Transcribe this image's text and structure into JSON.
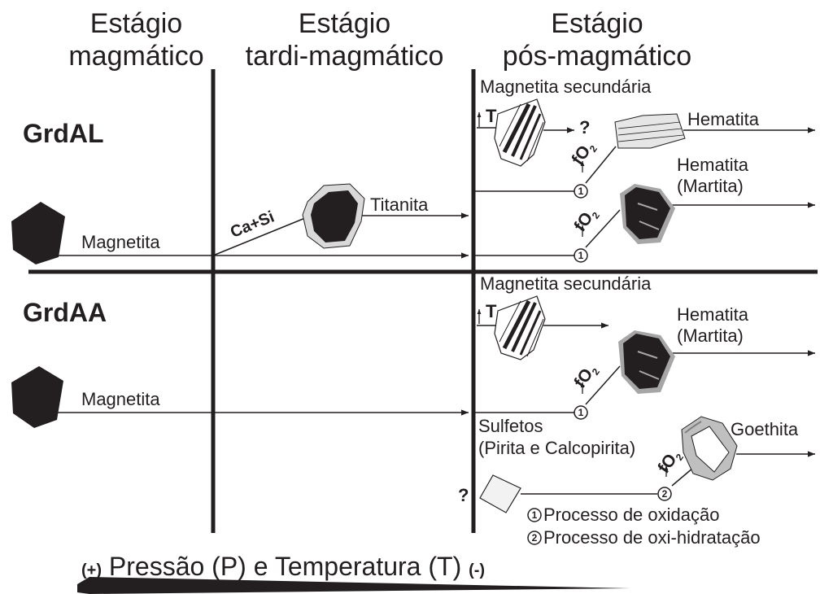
{
  "stages": [
    {
      "line1": "Estágio",
      "line2": "magmático"
    },
    {
      "line1": "Estágio",
      "line2": "tardi-magmático"
    },
    {
      "line1": "Estágio",
      "line2": "pós-magmático"
    }
  ],
  "groups": {
    "top": "GrdAL",
    "bottom": "GrdAA"
  },
  "labels": {
    "magnetita": "Magnetita",
    "magnetita_sec": "Magnetita secundária",
    "titanita": "Titanita",
    "ca_si": "Ca+Si",
    "hematita": "Hematita",
    "hematita_martita_1": "Hematita",
    "hematita_martita_2": "(Martita)",
    "goethita": "Goethita",
    "sulfetos_1": "Sulfetos",
    "sulfetos_2": "(Pirita e Calcopirita)",
    "question": "?",
    "temp_T": "T",
    "fO2": "fO",
    "fO2_sub": "2",
    "process_num_1": "1",
    "process_num_2": "2"
  },
  "legend": {
    "item1": "Processo de oxidação",
    "item2": "Processo de oxi-hidratação"
  },
  "axis": {
    "plus": "(+)",
    "text": "Pressão (P) e Temperatura (T)",
    "minus": "(-)"
  }
}
